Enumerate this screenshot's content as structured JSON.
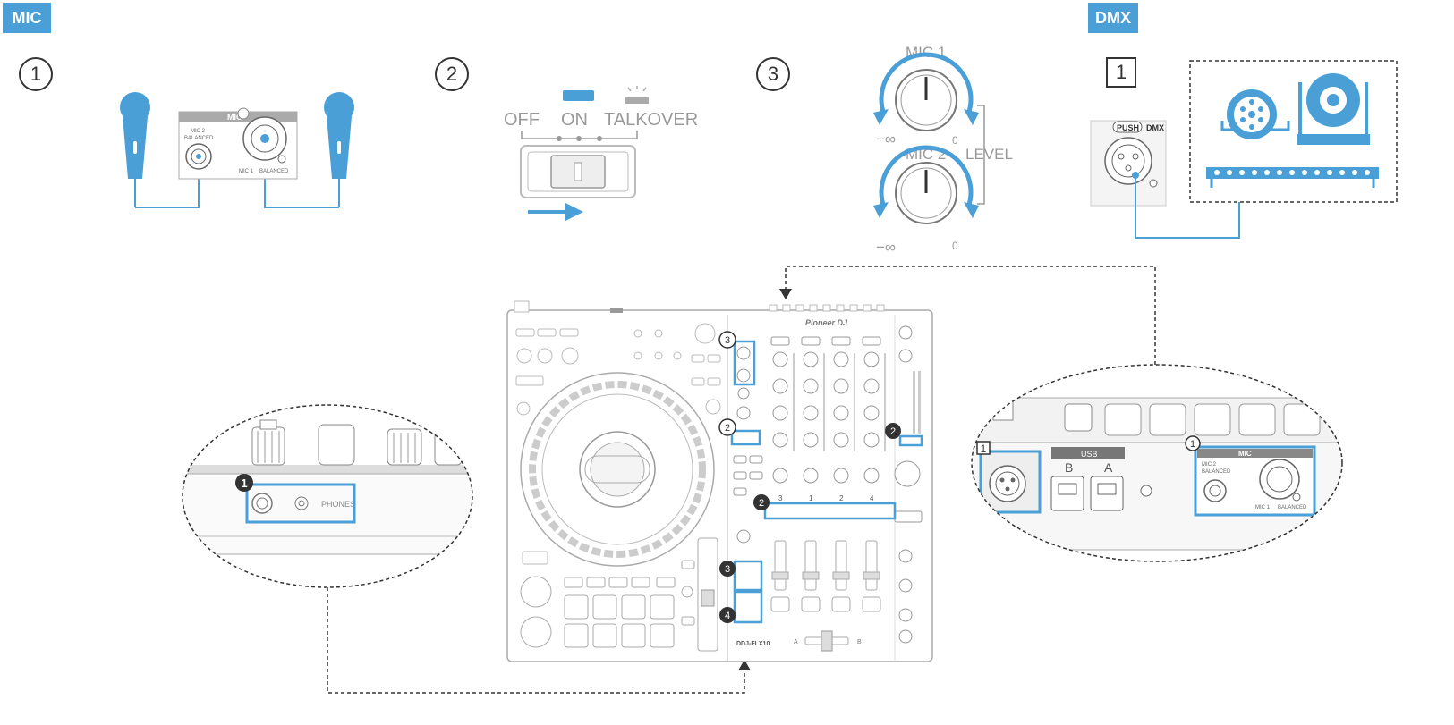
{
  "sections": {
    "mic_tag": "MIC",
    "dmx_tag": "DMX"
  },
  "steps": {
    "step1": "1",
    "step2": "2",
    "step3": "3",
    "dmx_step1": "1"
  },
  "mic_panel": {
    "title": "MIC",
    "mic2_label": "MIC 2",
    "mic2_sub": "BALANCED",
    "mic1_label": "MIC 1",
    "mic1_sub": "BALANCED"
  },
  "switch": {
    "off": "OFF",
    "on": "ON",
    "talkover": "TALKOVER"
  },
  "knobs": {
    "mic1": "MIC 1",
    "mic2": "MIC 2",
    "min": "−∞",
    "max": "0",
    "level": "LEVEL"
  },
  "dmx_jack": {
    "push": "PUSH",
    "label": "DMX"
  },
  "left_zoom": {
    "phones": "PHONES",
    "callout": "1"
  },
  "right_zoom": {
    "usb": "USB",
    "usb_b": "B",
    "usb_a": "A",
    "mic_title": "MIC",
    "mic2_label": "MIC 2",
    "mic2_sub": "BALANCED",
    "mic1_label": "MIC 1",
    "mic1_sub": "BALANCED",
    "callout_box": "1",
    "callout_circle": "1"
  },
  "controller": {
    "brand": "Pioneer DJ",
    "model": "DDJ-FLX10",
    "callouts": [
      "3",
      "2",
      "2",
      "2",
      "3",
      "4"
    ],
    "channel_numbers": [
      "3",
      "1",
      "2",
      "4"
    ],
    "crossfader_a": "A",
    "crossfader_b": "B"
  },
  "colors": {
    "accent": "#4a9fd6",
    "line": "#444444",
    "device": "#bbbbbb"
  }
}
